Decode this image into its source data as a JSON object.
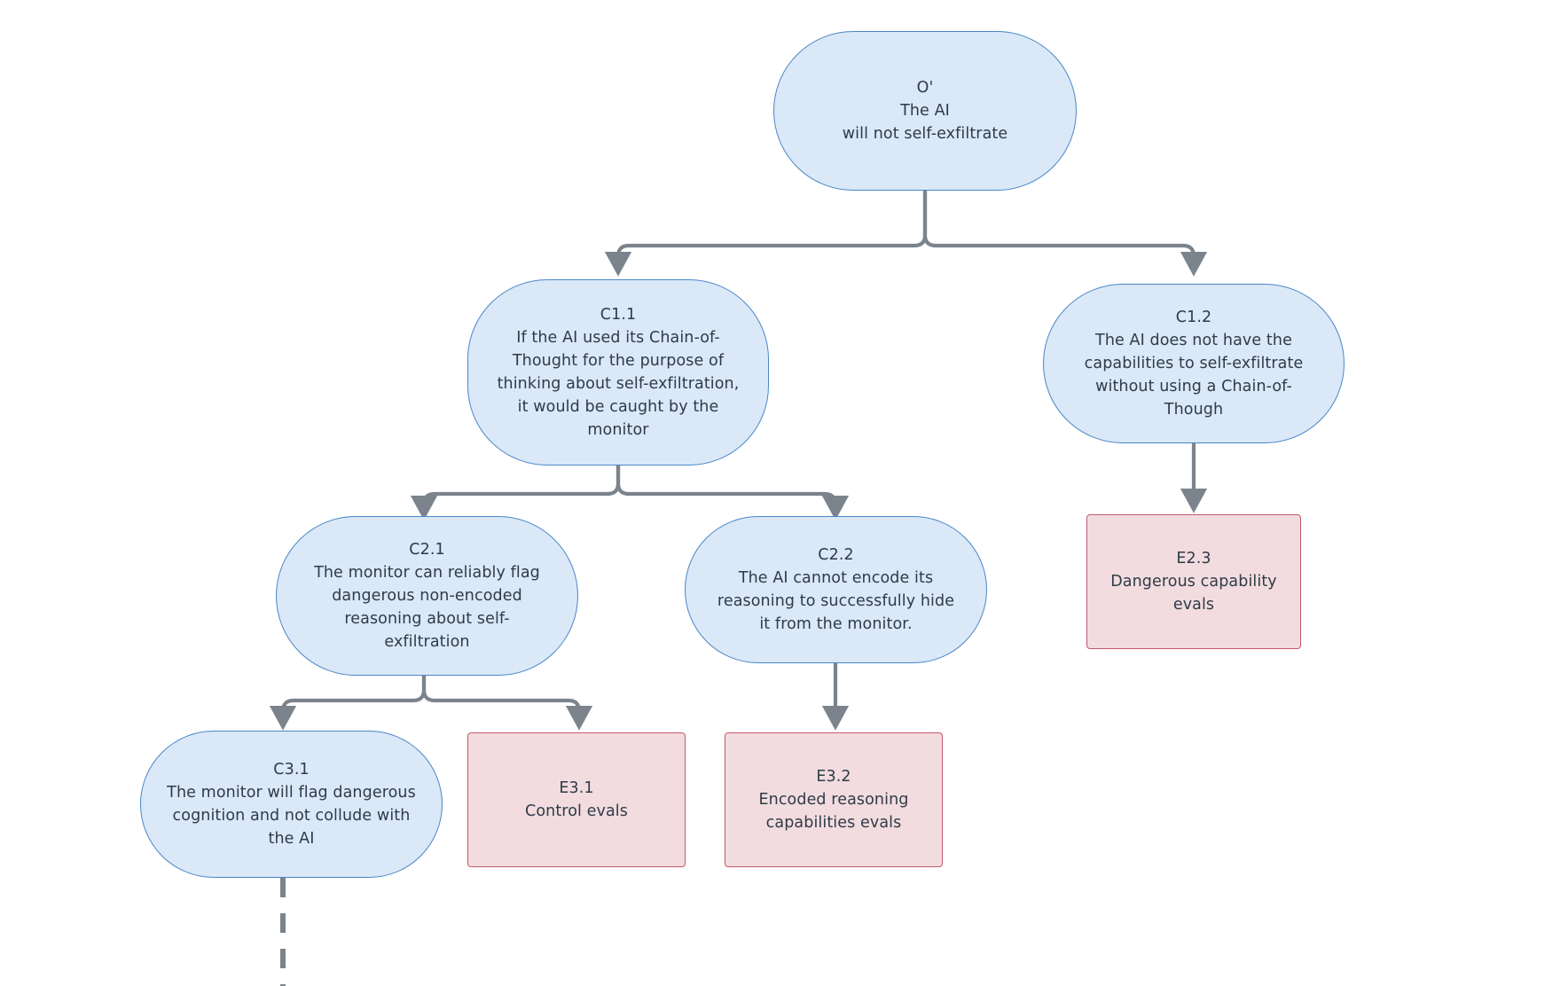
{
  "diagram": {
    "title": "AI self-exfiltration safety case argument tree",
    "type": "argument-tree",
    "colors": {
      "claim_fill": "#dae8f8",
      "claim_stroke": "#4a87c7",
      "evidence_fill": "#f2dcdf",
      "evidence_stroke": "#c3576b",
      "edge": "#7b848c",
      "text": "#2f3b47",
      "background": "#ffffff"
    },
    "nodes": [
      {
        "id": "O1",
        "kind": "claim",
        "label": "O'",
        "lines": [
          "O'",
          "The AI",
          "will not self-exfiltrate"
        ]
      },
      {
        "id": "C1.1",
        "kind": "claim",
        "label": "C1.1",
        "lines": [
          "C1.1",
          "If the AI used its Chain-of-",
          "Thought for the purpose of",
          "thinking about self-exfiltration,",
          "it would be caught by the",
          "monitor"
        ]
      },
      {
        "id": "C1.2",
        "kind": "claim",
        "label": "C1.2",
        "lines": [
          "C1.2",
          "The AI does not have the",
          "capabilities to self-exfiltrate",
          "without using a Chain-of-",
          "Though"
        ]
      },
      {
        "id": "C2.1",
        "kind": "claim",
        "label": "C2.1",
        "lines": [
          "C2.1",
          "The monitor can reliably flag",
          "dangerous non-encoded",
          "reasoning about self-",
          "exfiltration"
        ]
      },
      {
        "id": "C2.2",
        "kind": "claim",
        "label": "C2.2",
        "lines": [
          "C2.2",
          "The AI cannot encode its",
          "reasoning to successfully hide",
          "it from the monitor."
        ]
      },
      {
        "id": "E2.3",
        "kind": "evidence",
        "label": "E2.3",
        "lines": [
          "E2.3",
          "Dangerous capability",
          "evals"
        ]
      },
      {
        "id": "C3.1",
        "kind": "claim",
        "label": "C3.1",
        "lines": [
          "C3.1",
          "The monitor will flag dangerous",
          "cognition and not collude with",
          "the AI"
        ]
      },
      {
        "id": "E3.1",
        "kind": "evidence",
        "label": "E3.1",
        "lines": [
          "E3.1",
          "Control evals"
        ]
      },
      {
        "id": "E3.2",
        "kind": "evidence",
        "label": "E3.2",
        "lines": [
          "E3.2",
          "Encoded reasoning",
          "capabilities evals"
        ]
      }
    ],
    "edges": [
      {
        "from": "O1",
        "to": "C1.1",
        "style": "solid",
        "arrow": true
      },
      {
        "from": "O1",
        "to": "C1.2",
        "style": "solid",
        "arrow": true
      },
      {
        "from": "C1.1",
        "to": "C2.1",
        "style": "solid",
        "arrow": true
      },
      {
        "from": "C1.1",
        "to": "C2.2",
        "style": "solid",
        "arrow": true
      },
      {
        "from": "C1.2",
        "to": "E2.3",
        "style": "solid",
        "arrow": true
      },
      {
        "from": "C2.1",
        "to": "C3.1",
        "style": "solid",
        "arrow": true
      },
      {
        "from": "C2.1",
        "to": "E3.1",
        "style": "solid",
        "arrow": true
      },
      {
        "from": "C2.2",
        "to": "E3.2",
        "style": "solid",
        "arrow": true
      },
      {
        "from": "C3.1",
        "to": null,
        "style": "dashed",
        "arrow": false
      }
    ]
  }
}
